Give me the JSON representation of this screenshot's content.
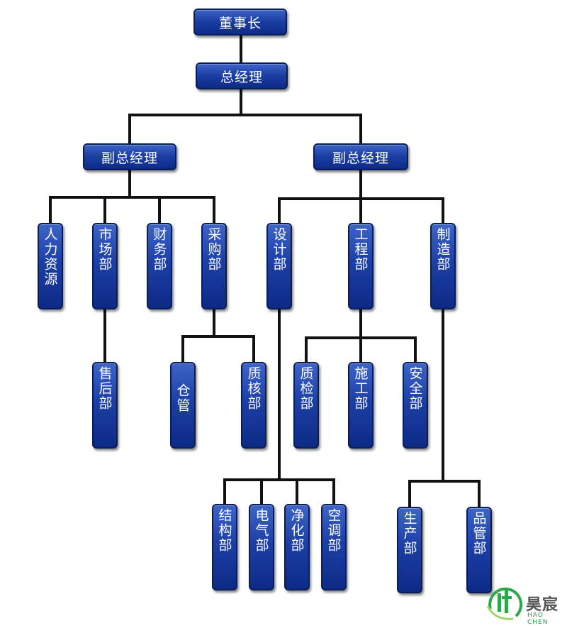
{
  "org": {
    "chairman": "董事长",
    "gm": "总经理",
    "vp_left": "副总经理",
    "vp_right": "副总经理",
    "hr": "人力资源",
    "market": "市场部",
    "finance": "财务部",
    "purchase": "采购部",
    "design": "设计部",
    "engineering": "工程部",
    "manufacturing": "制造部",
    "aftersales": "售后部",
    "warehouse": "仓管",
    "qc_review": "质核部",
    "qc_inspect": "质检部",
    "construction": "施工部",
    "safety": "安全部",
    "structure": "结构部",
    "electrical": "电气部",
    "purify": "净化部",
    "hvac": "空调部",
    "production": "生产部",
    "quality": "品管部"
  },
  "logo": {
    "name": "昊宸",
    "subtitle": "HAO CHEN",
    "colors": {
      "green": "#2aa84a",
      "gray": "#555555"
    }
  },
  "colors": {
    "box": "#1c3fa6",
    "line": "#111111"
  }
}
